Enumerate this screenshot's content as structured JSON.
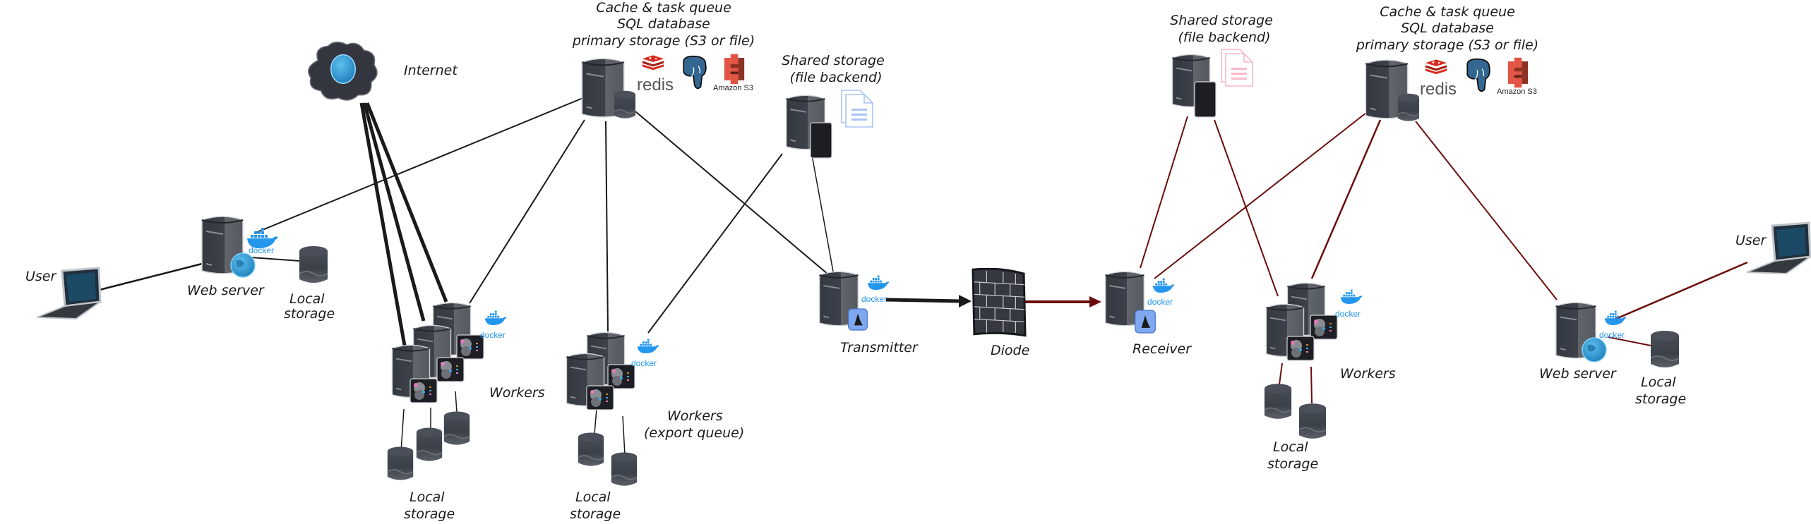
{
  "colors": {
    "link_black": "#1a1a1a",
    "link_red": "#6b0d0d",
    "server_dark": "#3a3e48",
    "server_light": "#5f6369",
    "docker_blue": "#2396ed",
    "redis_red": "#d82c20",
    "postgres_blue": "#336791",
    "s3_red": "#e25444",
    "file_blue": "#a9c4f5",
    "file_pink": "#f7b8c8"
  },
  "left_zone": {
    "user": {
      "label": "User",
      "icon": "laptop-icon"
    },
    "web_server": {
      "label": "Web server",
      "icon": "server-icon",
      "badges": [
        "docker-icon",
        "globe-icon"
      ],
      "docker_text": "docker"
    },
    "web_local_storage": {
      "label_line1": "Local",
      "label_line2": "storage",
      "icon": "database-cylinder-icon"
    },
    "internet": {
      "label": "Internet",
      "icon": "cloud-globe-icon"
    },
    "core_services": {
      "label_lines": [
        "Cache & task queue",
        "SQL database",
        "primary storage (S3 or file)"
      ],
      "icon": "server-with-db-icon",
      "logos": [
        {
          "name": "redis",
          "text": "redis"
        },
        {
          "name": "postgresql",
          "text": ""
        },
        {
          "name": "amazon-s3",
          "text": "Amazon S3"
        }
      ]
    },
    "shared_storage": {
      "label_lines": [
        "Shared storage",
        "(file backend)"
      ],
      "icon": "file-server-icon"
    },
    "workers": {
      "label": "Workers",
      "docker_text": "docker",
      "count": 3
    },
    "workers_local_storage": {
      "label_line1": "Local",
      "label_line2": "storage",
      "count": 3
    },
    "export_workers": {
      "label_lines": [
        "Workers",
        "(export queue)"
      ],
      "docker_text": "docker",
      "count": 2
    },
    "export_local_storage": {
      "label_line1": "Local",
      "label_line2": "storage",
      "count": 2
    },
    "transmitter": {
      "label": "Transmitter",
      "docker_text": "docker"
    }
  },
  "diode": {
    "label": "Diode",
    "icon": "firewall-icon"
  },
  "right_zone": {
    "receiver": {
      "label": "Receiver",
      "docker_text": "docker"
    },
    "shared_storage": {
      "label_lines": [
        "Shared storage",
        "(file backend)"
      ],
      "icon": "file-server-icon"
    },
    "core_services": {
      "label_lines": [
        "Cache & task queue",
        "SQL database",
        "primary storage (S3 or file)"
      ],
      "icon": "server-with-db-icon",
      "logos": [
        {
          "name": "redis",
          "text": "redis"
        },
        {
          "name": "postgresql",
          "text": ""
        },
        {
          "name": "amazon-s3",
          "text": "Amazon S3"
        }
      ]
    },
    "workers": {
      "label": "Workers",
      "docker_text": "docker",
      "count": 2
    },
    "workers_local_storage": {
      "label_line1": "Local",
      "label_line2": "storage",
      "count": 2
    },
    "web_server": {
      "label": "Web server",
      "docker_text": "docker"
    },
    "web_local_storage": {
      "label_line1": "Local",
      "label_line2": "storage"
    },
    "user": {
      "label": "User",
      "icon": "laptop-icon"
    }
  }
}
